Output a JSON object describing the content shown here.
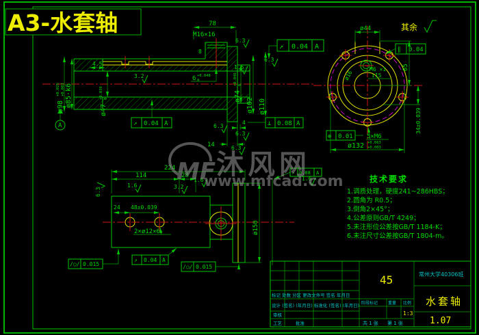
{
  "page": {
    "title": "A3-水套轴",
    "rest": "其余",
    "watermark": {
      "logo": "MF",
      "name": "沐风网",
      "url": "www.mfcad.com"
    }
  },
  "colors": {
    "line": "#00c800",
    "accent": "#eded00",
    "center": "#cc1414",
    "bolt_circle": "#c800c8",
    "small_label": "#00c8c8"
  },
  "roughness": {
    "r63": "6.3",
    "r32": "3.2",
    "r16": "1.6"
  },
  "front_view": {
    "dim_78": "78",
    "thread_label": "M16×16",
    "fillet_8": "8",
    "dim_45": "4.5",
    "dia98_main": "ø98",
    "dia98_sup": "+0.025",
    "dia98_sub": "+0.003",
    "dia85": "ø85·k6",
    "dia47_main": "ø47",
    "dia47_sup": "+0.039",
    "dia47_sub": "0",
    "dim6_main": "6",
    "dim6_sup": "+0.048",
    "dim6_sub": "0",
    "dia74_main": "ø74",
    "dia74_sup": "+0.046",
    "dia74_sub": "0",
    "dia102": "ø102",
    "dia110": "ø110",
    "dim_4": "4",
    "dim_14": "14",
    "datum": "A",
    "frame_runout_top": {
      "sym": "↗",
      "val": "0.04",
      "ref": "A"
    },
    "frame_perp": {
      "sym": "⊥",
      "val": "0.08",
      "ref": "A"
    },
    "frame_runout_bottom": {
      "sym": "↗",
      "val": "0.04",
      "ref": "A"
    }
  },
  "end_view": {
    "dia_44": "ø44",
    "frame_par": {
      "sym": "∥",
      "val": "0.04"
    },
    "dim_65": "65",
    "dim_34": "34±0.039",
    "dia_16": "ø16",
    "thread_m6": "M6 ×1",
    "depth_15": "↧15",
    "frame_pos": {
      "sym": "⊕",
      "val": "0.01"
    },
    "holes_label": "5×M6",
    "dia132_main": "ø132",
    "dia132_sup": "+0.063",
    "dia132_sub": "+0.003"
  },
  "bottom_view": {
    "dim_224": "224",
    "dim_114": "114",
    "dim_28": "28",
    "dim_24": "24",
    "dim_48": "48±0.039",
    "holes_label": "2×ø12×6",
    "dia_150": "ø150",
    "frame_cyl_left": {
      "sym": "∕○∕",
      "val": "0.015"
    },
    "frame_runout": {
      "sym": "↗",
      "val": "0.04",
      "ref": "A"
    },
    "frame_cyl_right": {
      "sym": "∕○∕",
      "val": "0.015"
    },
    "frame_runout2": {
      "sym": "↗",
      "val": "0.08",
      "ref": "A"
    }
  },
  "tech_req": {
    "title": "技术要求",
    "items": [
      "1.调质处理，硬度241~286HBS；",
      "2.圆角为 R0.5；",
      "3.倒角2×45°；",
      "4.公差原则GB/T  4249；",
      "5.未注形位公差按GB/T 1184-K；",
      "6.未注尺寸公差按GB/T 1804-m。"
    ]
  },
  "title_block": {
    "school": "常州大学40306班",
    "material": "45",
    "part_name": "水套轴",
    "drawing_no": "1.07",
    "scale": "1:3",
    "sheet_total": "共 1 张",
    "sheet_no": "第 1 张",
    "row_mark": "标记 处数 分区 更改文件号 签名 年月日",
    "row_design": "设计 (签名) (年月日) 标准化 (签名) (年月日)",
    "row_check": "审核",
    "row_process": "工艺",
    "row_approve": "批准",
    "stage_label": "阶段标记",
    "weight_label": "重量",
    "scale_label": "比例"
  }
}
